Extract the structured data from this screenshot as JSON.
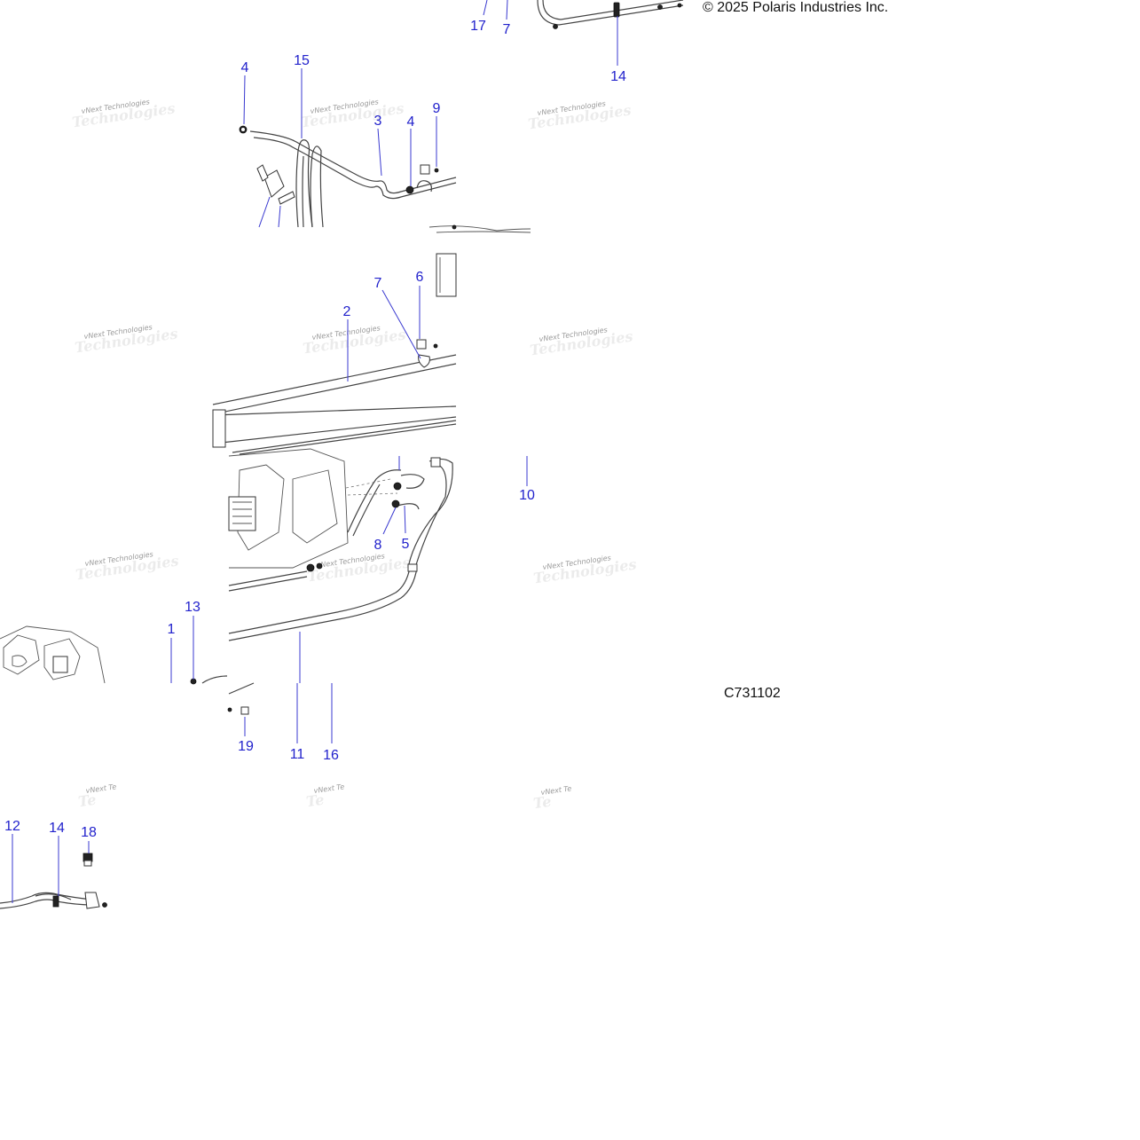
{
  "copyright": "© 2025 Polaris Industries Inc.",
  "figure_id": "C731102",
  "watermark_text": "vNext Technologies",
  "watermark_text_cut": "vNext Te",
  "callouts": [
    {
      "id": "c17a",
      "label": "17"
    },
    {
      "id": "c7a",
      "label": "7"
    },
    {
      "id": "c14a",
      "label": "14"
    },
    {
      "id": "c4a",
      "label": "4"
    },
    {
      "id": "c15",
      "label": "15"
    },
    {
      "id": "c3",
      "label": "3"
    },
    {
      "id": "c4b",
      "label": "4"
    },
    {
      "id": "c9",
      "label": "9"
    },
    {
      "id": "c7b",
      "label": "7"
    },
    {
      "id": "c6",
      "label": "6"
    },
    {
      "id": "c2",
      "label": "2"
    },
    {
      "id": "c10",
      "label": "10"
    },
    {
      "id": "c8",
      "label": "8"
    },
    {
      "id": "c5",
      "label": "5"
    },
    {
      "id": "c13",
      "label": "13"
    },
    {
      "id": "c1",
      "label": "1"
    },
    {
      "id": "c19",
      "label": "19"
    },
    {
      "id": "c11",
      "label": "11"
    },
    {
      "id": "c16",
      "label": "16"
    },
    {
      "id": "c12",
      "label": "12"
    },
    {
      "id": "c14b",
      "label": "14"
    },
    {
      "id": "c18",
      "label": "18"
    }
  ]
}
